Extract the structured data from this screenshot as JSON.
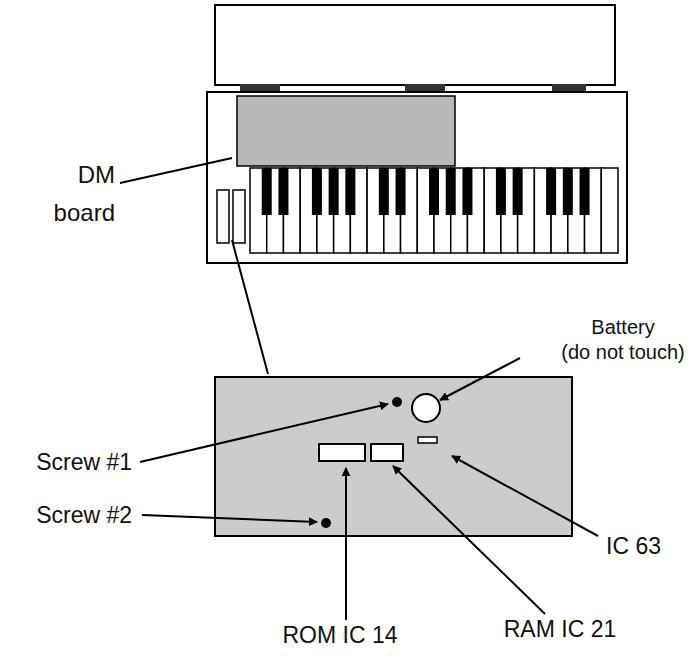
{
  "diagram": {
    "labels": [
      "DM board",
      "Battery (do not touch)",
      "Screw #1",
      "Screw #2",
      "IC 63",
      "ROM IC 14",
      "RAM IC 21"
    ]
  }
}
